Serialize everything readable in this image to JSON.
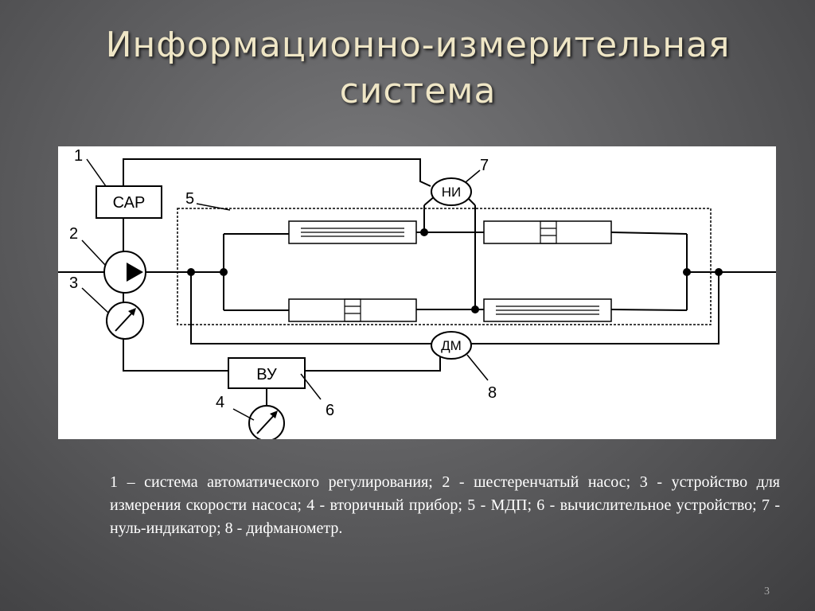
{
  "title": {
    "line1": "Информационно-измерительная",
    "line2": "система"
  },
  "diagram": {
    "blocks": {
      "sar": "САР",
      "vu": "ВУ",
      "ni": "НИ",
      "dm": "ДМ"
    },
    "callouts": {
      "n1": "1",
      "n2": "2",
      "n3": "3",
      "n4": "4",
      "n5": "5",
      "n6": "6",
      "n7": "7",
      "n8": "8"
    }
  },
  "caption": "1 – система автоматического регулирования; 2 - шестеренчатый насос; 3 - устройство для измерения скорости насоса; 4 - вторичный прибор; 5 - МДП; 6 - вычислительное устройство; 7 - нуль-индикатор; 8 - дифманометр.",
  "slide_number": "3"
}
